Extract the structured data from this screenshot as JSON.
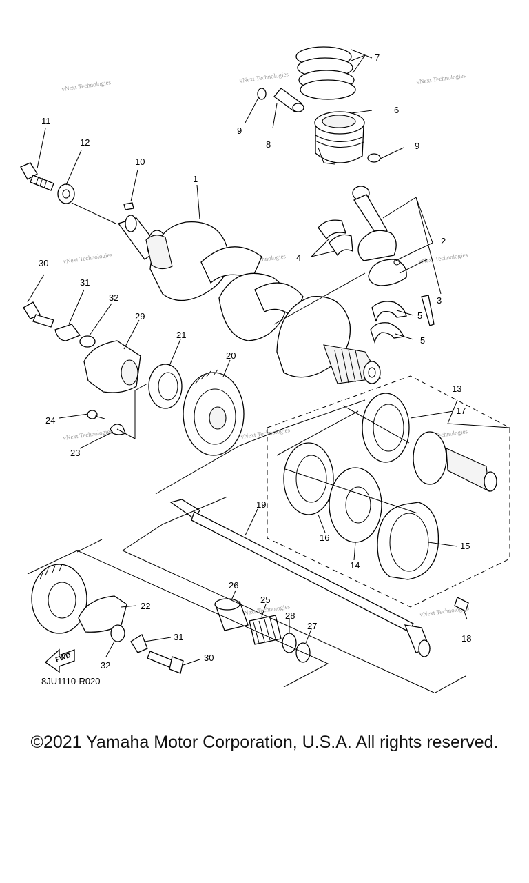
{
  "diagram": {
    "code": "8JU1110-R020",
    "fwd_label": "FWD",
    "watermark": "vNext Technologies",
    "callouts": [
      "1",
      "2",
      "3",
      "4",
      "5",
      "5",
      "6",
      "7",
      "8",
      "9",
      "9",
      "10",
      "11",
      "12",
      "13",
      "14",
      "15",
      "16",
      "17",
      "18",
      "19",
      "20",
      "21",
      "22",
      "23",
      "24",
      "25",
      "26",
      "27",
      "28",
      "29",
      "30",
      "30",
      "31",
      "31",
      "32",
      "32"
    ]
  },
  "footer": {
    "copyright": "©2021 Yamaha Motor Corporation, U.S.A. All rights reserved."
  }
}
